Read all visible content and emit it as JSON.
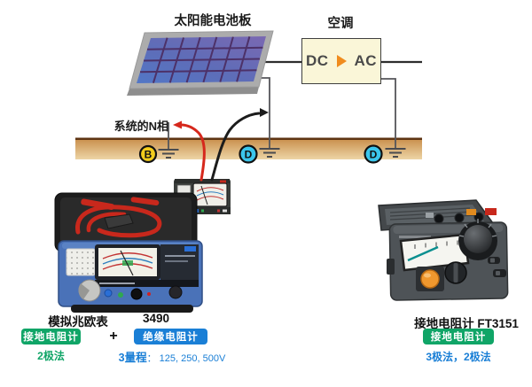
{
  "diagram": {
    "solar_panel_label": "太阳能电池板",
    "aircon_label": "空调",
    "inverter": {
      "dc": "DC",
      "ac": "AC"
    },
    "n_phase_label": "系统的N相",
    "ground_markers": [
      {
        "letter": "B",
        "color": "#F2CC1C"
      },
      {
        "letter": "D",
        "color": "#3BC6EC"
      },
      {
        "letter": "D",
        "color": "#3BC6EC"
      }
    ],
    "colors": {
      "probe_red": "#D6281C",
      "probe_black": "#1C1C1C",
      "inverter_fill": "#FAF6D8",
      "inverter_arrow": "#F08C1E",
      "ground_band_top": "#C98F4C",
      "ground_band_bottom": "#EDD5A6"
    }
  },
  "captions": {
    "left": {
      "name": "模拟兆欧表",
      "model": "3490",
      "plus": "+",
      "ground_badge": "接地电阻计",
      "insulation_badge": "绝缘电阻计",
      "ground_note": "2极法",
      "range_note_bold": "3量程",
      "range_note": "： 125, 250, 500V"
    },
    "right": {
      "name": "接地电阻计 FT3151",
      "ground_badge": "接地电阻计",
      "note": "3极法，2极法"
    },
    "colors": {
      "badge_green": "#10A567",
      "badge_blue": "#1A7FD6"
    }
  }
}
